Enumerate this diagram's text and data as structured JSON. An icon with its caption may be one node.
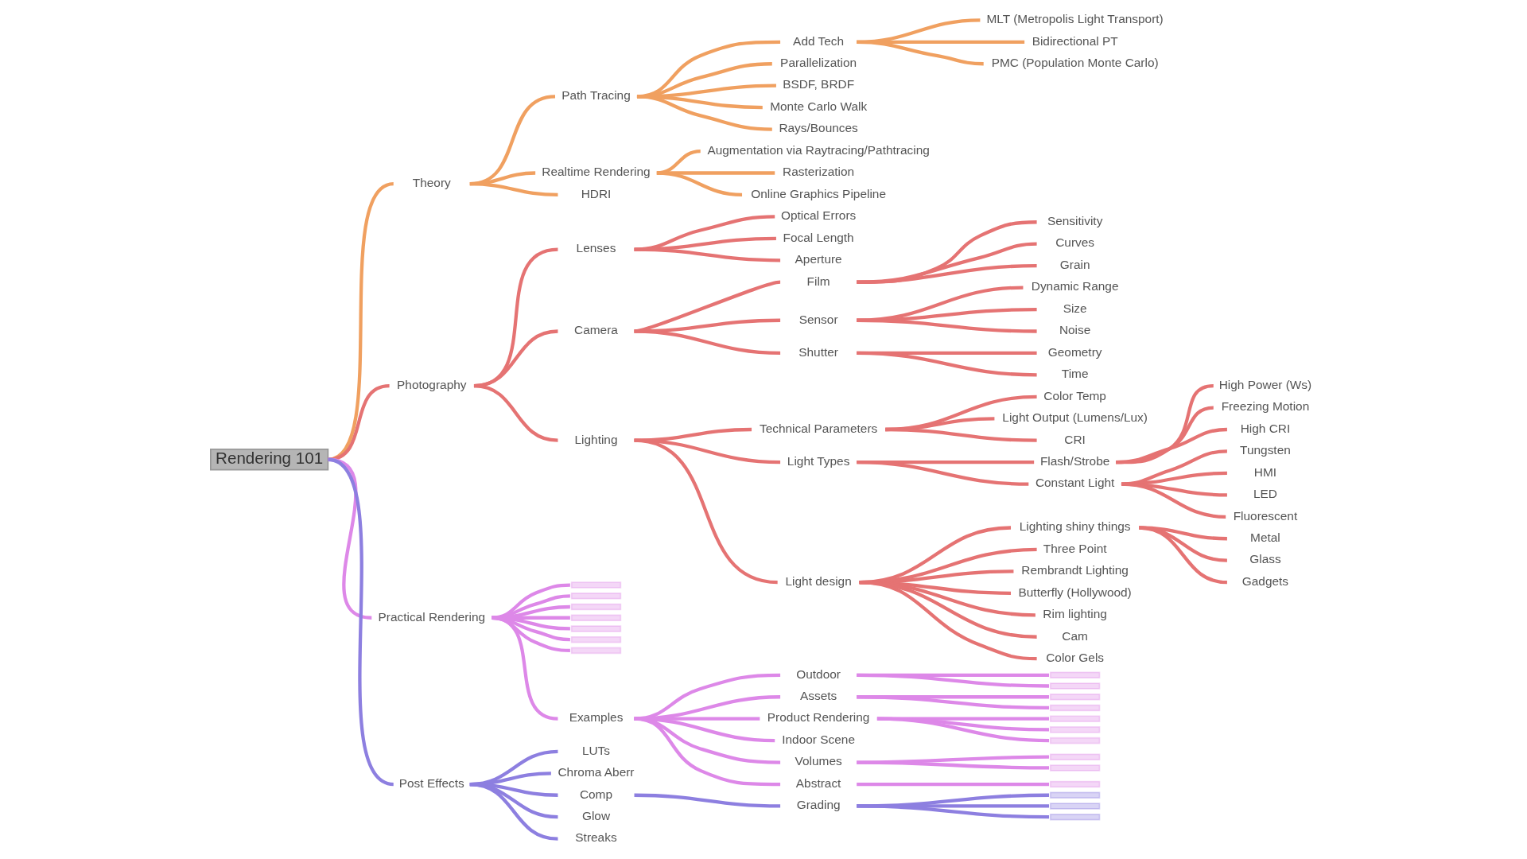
{
  "diagram": {
    "nodes": [
      {
        "text": [
          "Rendering 101"
        ]
      },
      {
        "text": [
          "Theory"
        ]
      },
      {
        "text": [
          "Path Tracing"
        ]
      },
      {
        "text": [
          "Add Tech"
        ]
      },
      {
        "text": [
          "MLT (Metropolis Light Transport)"
        ]
      },
      {
        "text": [
          "Bidirectional PT"
        ]
      },
      {
        "text": [
          "PMC (Population Monte Carlo)"
        ]
      },
      {
        "text": [
          "Parallelization"
        ]
      },
      {
        "text": [
          "BSDF, BRDF"
        ]
      },
      {
        "text": [
          "Monte Carlo Walk"
        ]
      },
      {
        "text": [
          "Rays/Bounces"
        ]
      },
      {
        "text": [
          "Realtime Rendering"
        ]
      },
      {
        "text": [
          "Augmentation via Raytracing/Pathtracing"
        ]
      },
      {
        "text": [
          "Rasterization"
        ]
      },
      {
        "text": [
          "Online Graphics Pipeline"
        ]
      },
      {
        "text": [
          "HDRI"
        ]
      },
      {
        "text": [
          "Photography"
        ]
      },
      {
        "text": [
          "Lenses"
        ]
      },
      {
        "text": [
          "Optical Errors"
        ]
      },
      {
        "text": [
          "Focal Length"
        ]
      },
      {
        "text": [
          "Aperture"
        ]
      },
      {
        "text": [
          "Camera"
        ]
      },
      {
        "text": [
          "Film"
        ]
      },
      {
        "text": [
          "Sensitivity"
        ]
      },
      {
        "text": [
          "Curves"
        ]
      },
      {
        "text": [
          "Grain"
        ]
      },
      {
        "text": [
          "Sensor"
        ]
      },
      {
        "text": [
          "Dynamic Range"
        ]
      },
      {
        "text": [
          "Size"
        ]
      },
      {
        "text": [
          "Noise"
        ]
      },
      {
        "text": [
          "Shutter"
        ]
      },
      {
        "text": [
          "Geometry"
        ]
      },
      {
        "text": [
          "Time"
        ]
      },
      {
        "text": [
          "Lighting"
        ]
      },
      {
        "text": [
          "Technical Parameters"
        ]
      },
      {
        "text": [
          "Color Temp"
        ]
      },
      {
        "text": [
          "Light Output (Lumens/Lux)"
        ]
      },
      {
        "text": [
          "CRI"
        ]
      },
      {
        "text": [
          "Light Types"
        ]
      },
      {
        "text": [
          "Flash/Strobe"
        ]
      },
      {
        "text": [
          "High Power (Ws)"
        ]
      },
      {
        "text": [
          "Freezing Motion"
        ]
      },
      {
        "text": [
          "High CRI"
        ]
      },
      {
        "text": [
          "Constant Light"
        ]
      },
      {
        "text": [
          "Tungsten"
        ]
      },
      {
        "text": [
          "HMI"
        ]
      },
      {
        "text": [
          "LED"
        ]
      },
      {
        "text": [
          "Fluorescent"
        ]
      },
      {
        "text": [
          "Light design"
        ]
      },
      {
        "text": [
          "Lighting shiny things"
        ]
      },
      {
        "text": [
          "Metal"
        ]
      },
      {
        "text": [
          "Glass"
        ]
      },
      {
        "text": [
          "Gadgets"
        ]
      },
      {
        "text": [
          "Three Point"
        ]
      },
      {
        "text": [
          "Rembrandt Lighting"
        ]
      },
      {
        "text": [
          "Butterfly (Hollywood)"
        ]
      },
      {
        "text": [
          "Rim lighting"
        ]
      },
      {
        "text": [
          "Cam"
        ]
      },
      {
        "text": [
          "Color Gels"
        ]
      },
      {
        "text": [
          "Practical Rendering"
        ]
      },
      {
        "text": [],
        "shape": "box"
      },
      {
        "text": [],
        "shape": "box"
      },
      {
        "text": [],
        "shape": "box"
      },
      {
        "text": [],
        "shape": "box"
      },
      {
        "text": [],
        "shape": "box"
      },
      {
        "text": [],
        "shape": "box"
      },
      {
        "text": [],
        "shape": "box"
      },
      {
        "text": [
          "Examples"
        ]
      },
      {
        "text": [
          "Outdoor"
        ]
      },
      {
        "text": [],
        "shape": "box"
      },
      {
        "text": [],
        "shape": "box"
      },
      {
        "text": [
          "Assets"
        ]
      },
      {
        "text": [],
        "shape": "box"
      },
      {
        "text": [],
        "shape": "box"
      },
      {
        "text": [
          "Product Rendering"
        ]
      },
      {
        "text": [],
        "shape": "box"
      },
      {
        "text": [],
        "shape": "box"
      },
      {
        "text": [],
        "shape": "box"
      },
      {
        "text": [
          "Indoor Scene"
        ]
      },
      {
        "text": [
          "Volumes"
        ]
      },
      {
        "text": [],
        "shape": "box"
      },
      {
        "text": [],
        "shape": "box"
      },
      {
        "text": [
          "Abstract"
        ]
      },
      {
        "text": [],
        "shape": "box"
      },
      {
        "text": [
          "Post Effects"
        ]
      },
      {
        "text": [
          "LUTs"
        ]
      },
      {
        "text": [
          "Chroma Aberr"
        ]
      },
      {
        "text": [
          "Comp"
        ]
      },
      {
        "text": [
          "Grading"
        ]
      },
      {
        "text": [],
        "shape": "box"
      },
      {
        "text": [],
        "shape": "box"
      },
      {
        "text": [],
        "shape": "box"
      },
      {
        "text": [
          "Glow"
        ]
      },
      {
        "text": [
          "Streaks"
        ]
      }
    ],
    "edges": [
      {
        "from": 0,
        "to": 1,
        "arrow": "none",
        "color": "#f0a060"
      },
      {
        "from": 1,
        "to": 2,
        "arrow": "none",
        "color": "#f0a060"
      },
      {
        "from": 2,
        "to": 3,
        "arrow": "none",
        "color": "#f0a060"
      },
      {
        "from": 3,
        "to": 4,
        "arrow": "none",
        "color": "#f0a060"
      },
      {
        "from": 3,
        "to": 5,
        "arrow": "none",
        "color": "#f0a060"
      },
      {
        "from": 3,
        "to": 6,
        "arrow": "none",
        "color": "#f0a060"
      },
      {
        "from": 2,
        "to": 7,
        "arrow": "none",
        "color": "#f0a060"
      },
      {
        "from": 2,
        "to": 8,
        "arrow": "none",
        "color": "#f0a060"
      },
      {
        "from": 2,
        "to": 9,
        "arrow": "none",
        "color": "#f0a060"
      },
      {
        "from": 2,
        "to": 10,
        "arrow": "none",
        "color": "#f0a060"
      },
      {
        "from": 1,
        "to": 11,
        "arrow": "none",
        "color": "#f0a060"
      },
      {
        "from": 11,
        "to": 12,
        "arrow": "none",
        "color": "#f0a060"
      },
      {
        "from": 11,
        "to": 13,
        "arrow": "none",
        "color": "#f0a060"
      },
      {
        "from": 11,
        "to": 14,
        "arrow": "none",
        "color": "#f0a060"
      },
      {
        "from": 1,
        "to": 15,
        "arrow": "none",
        "color": "#f0a060"
      },
      {
        "from": 0,
        "to": 16,
        "arrow": "none"
      },
      {
        "from": 16,
        "to": 17,
        "arrow": "none"
      },
      {
        "from": 17,
        "to": 18,
        "arrow": "none"
      },
      {
        "from": 17,
        "to": 19,
        "arrow": "none"
      },
      {
        "from": 17,
        "to": 20,
        "arrow": "none"
      },
      {
        "from": 16,
        "to": 21,
        "arrow": "none"
      },
      {
        "from": 21,
        "to": 22,
        "arrow": "none"
      },
      {
        "from": 22,
        "to": 23,
        "arrow": "none"
      },
      {
        "from": 22,
        "to": 24,
        "arrow": "none"
      },
      {
        "from": 22,
        "to": 25,
        "arrow": "none"
      },
      {
        "from": 21,
        "to": 26,
        "arrow": "none"
      },
      {
        "from": 26,
        "to": 27,
        "arrow": "none"
      },
      {
        "from": 26,
        "to": 28,
        "arrow": "none"
      },
      {
        "from": 26,
        "to": 29,
        "arrow": "none"
      },
      {
        "from": 21,
        "to": 30,
        "arrow": "none"
      },
      {
        "from": 30,
        "to": 31,
        "arrow": "none"
      },
      {
        "from": 30,
        "to": 32,
        "arrow": "none"
      },
      {
        "from": 16,
        "to": 33,
        "arrow": "none"
      },
      {
        "from": 33,
        "to": 34,
        "arrow": "none"
      },
      {
        "from": 34,
        "to": 35,
        "arrow": "none"
      },
      {
        "from": 34,
        "to": 36,
        "arrow": "none"
      },
      {
        "from": 34,
        "to": 37,
        "arrow": "none"
      },
      {
        "from": 33,
        "to": 38,
        "arrow": "none"
      },
      {
        "from": 38,
        "to": 39,
        "arrow": "none"
      },
      {
        "from": 39,
        "to": 40,
        "arrow": "none"
      },
      {
        "from": 39,
        "to": 41,
        "arrow": "none"
      },
      {
        "from": 39,
        "to": 42,
        "arrow": "none"
      },
      {
        "from": 38,
        "to": 43,
        "arrow": "none"
      },
      {
        "from": 43,
        "to": 44,
        "arrow": "none"
      },
      {
        "from": 43,
        "to": 45,
        "arrow": "none"
      },
      {
        "from": 43,
        "to": 46,
        "arrow": "none"
      },
      {
        "from": 43,
        "to": 47,
        "arrow": "none"
      },
      {
        "from": 33,
        "to": 48,
        "arrow": "none"
      },
      {
        "from": 48,
        "to": 49,
        "arrow": "none"
      },
      {
        "from": 49,
        "to": 50,
        "arrow": "none"
      },
      {
        "from": 49,
        "to": 51,
        "arrow": "none"
      },
      {
        "from": 49,
        "to": 52,
        "arrow": "none"
      },
      {
        "from": 48,
        "to": 53,
        "arrow": "none"
      },
      {
        "from": 48,
        "to": 54,
        "arrow": "none"
      },
      {
        "from": 48,
        "to": 55,
        "arrow": "none"
      },
      {
        "from": 48,
        "to": 56,
        "arrow": "none"
      },
      {
        "from": 48,
        "to": 57,
        "arrow": "none"
      },
      {
        "from": 48,
        "to": 58,
        "arrow": "none"
      },
      {
        "from": 0,
        "to": 59,
        "arrow": "none",
        "color": "#dd88e8"
      },
      {
        "from": 59,
        "to": 60,
        "arrow": "none",
        "color": "#dd88e8"
      },
      {
        "from": 59,
        "to": 61,
        "arrow": "none",
        "color": "#dd88e8"
      },
      {
        "from": 59,
        "to": 62,
        "arrow": "none",
        "color": "#dd88e8"
      },
      {
        "from": 59,
        "to": 63,
        "arrow": "none",
        "color": "#dd88e8"
      },
      {
        "from": 59,
        "to": 64,
        "arrow": "none",
        "color": "#dd88e8"
      },
      {
        "from": 59,
        "to": 65,
        "arrow": "none",
        "color": "#dd88e8"
      },
      {
        "from": 59,
        "to": 66,
        "arrow": "none",
        "color": "#dd88e8"
      },
      {
        "from": 59,
        "to": 67,
        "arrow": "none",
        "color": "#dd88e8"
      },
      {
        "from": 67,
        "to": 68,
        "arrow": "none",
        "color": "#dd88e8"
      },
      {
        "from": 68,
        "to": 69,
        "arrow": "none",
        "color": "#dd88e8"
      },
      {
        "from": 68,
        "to": 70,
        "arrow": "none",
        "color": "#dd88e8"
      },
      {
        "from": 67,
        "to": 71,
        "arrow": "none",
        "color": "#dd88e8"
      },
      {
        "from": 71,
        "to": 72,
        "arrow": "none",
        "color": "#dd88e8"
      },
      {
        "from": 71,
        "to": 73,
        "arrow": "none",
        "color": "#dd88e8"
      },
      {
        "from": 67,
        "to": 74,
        "arrow": "none",
        "color": "#dd88e8"
      },
      {
        "from": 74,
        "to": 75,
        "arrow": "none",
        "color": "#dd88e8"
      },
      {
        "from": 74,
        "to": 76,
        "arrow": "none",
        "color": "#dd88e8"
      },
      {
        "from": 74,
        "to": 77,
        "arrow": "none",
        "color": "#dd88e8"
      },
      {
        "from": 67,
        "to": 78,
        "arrow": "none",
        "color": "#dd88e8"
      },
      {
        "from": 67,
        "to": 79,
        "arrow": "none",
        "color": "#dd88e8"
      },
      {
        "from": 79,
        "to": 80,
        "arrow": "none",
        "color": "#dd88e8"
      },
      {
        "from": 79,
        "to": 81,
        "arrow": "none",
        "color": "#dd88e8"
      },
      {
        "from": 67,
        "to": 82,
        "arrow": "none",
        "color": "#dd88e8"
      },
      {
        "from": 82,
        "to": 83,
        "arrow": "none",
        "color": "#dd88e8"
      },
      {
        "from": 0,
        "to": 84,
        "arrow": "none",
        "color": "#8d7fe0"
      },
      {
        "from": 84,
        "to": 85,
        "arrow": "none",
        "color": "#8d7fe0"
      },
      {
        "from": 84,
        "to": 86,
        "arrow": "none",
        "color": "#8d7fe0"
      },
      {
        "from": 84,
        "to": 87,
        "arrow": "none",
        "color": "#8d7fe0"
      },
      {
        "from": 87,
        "to": 88,
        "arrow": "none",
        "color": "#8d7fe0"
      },
      {
        "from": 88,
        "to": 89,
        "arrow": "none",
        "color": "#8d7fe0"
      },
      {
        "from": 88,
        "to": 90,
        "arrow": "none",
        "color": "#8d7fe0"
      },
      {
        "from": 88,
        "to": 91,
        "arrow": "none",
        "color": "#8d7fe0"
      },
      {
        "from": 84,
        "to": 92,
        "arrow": "none",
        "color": "#8d7fe0"
      },
      {
        "from": 84,
        "to": 93,
        "arrow": "none",
        "color": "#8d7fe0"
      }
    ]
  }
}
